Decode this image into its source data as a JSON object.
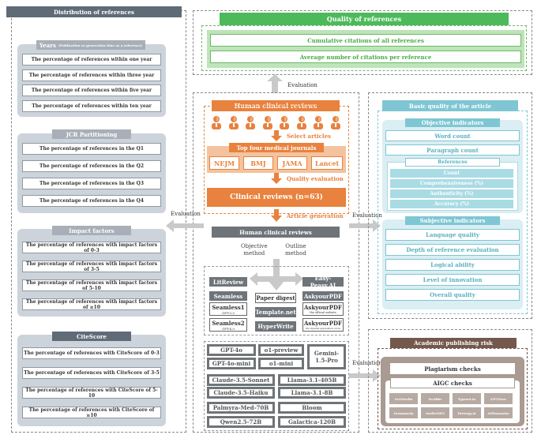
{
  "distribution": {
    "title": "Distribution of references",
    "years": {
      "title": "Years",
      "subtitle": "(Publication or generation time as a reference)",
      "items": [
        "The percentage of references within one year",
        "The percentage of references within three year",
        "The percentage of references within five year",
        "The percentage of references within ten year"
      ]
    },
    "jcr": {
      "title": "JCR Partitioning",
      "items": [
        "The percentage of references in the Q1",
        "The percentage of references in the Q2",
        "The percentage of references in the Q3",
        "The percentage of references in the Q4"
      ]
    },
    "impact": {
      "title": "Impact factors",
      "items": [
        "The percentage of references with impact factors of 0-3",
        "The percentage of references with impact factors of 3-5",
        "The percentage of references with impact factors of 5-10",
        "The percentage of references with impact factors of  ≥10"
      ]
    },
    "citescore": {
      "title": "CiteScore",
      "items": [
        "The percentage of references with CiteScore of 0-3",
        "The percentage of references with CiteScore of 3-5",
        "The percentage of references with CiteScore of 5-10",
        "The percentage of references with CiteScore of ≥10"
      ]
    }
  },
  "quality_refs": {
    "title": "Quality of references",
    "items": [
      "Cumulative citations of all references",
      "Average number of citations per reference"
    ]
  },
  "center": {
    "evaluation_top": "Evaluation",
    "human_reviews_title": "Human clinical reviews",
    "select_articles": "Select articles",
    "journals_title": "Top four medical journals",
    "journals": [
      "NEJM",
      "BMJ",
      "JAMA",
      "Lancet"
    ],
    "quality_evaluation": "Quality evaluation",
    "clinical_reviews": "Clinical reviews (n=63)",
    "article_generation": "Article generation",
    "human_reviews_gray": "Human clinical reviews",
    "objective_method": "Objective\nmethod",
    "outline_method": "Outline\nmethod",
    "evaluation_left": "Evaluation",
    "evaluation_right": "Evaluation",
    "evaluation_bottom": "Evaluation"
  },
  "tools": {
    "litreview": "LitReview",
    "seamless": "Seamless",
    "seamless1": "Seamless1",
    "seamless1_sub": "GPT-3.5",
    "seamless2": "Seamless2",
    "seamless2_sub": "GPT-4.0",
    "paper_digest": "Paper digest",
    "template_net": "Template.net",
    "hyperwrite": "HyperWrite",
    "easy_peasy": "Easy-Peasy.AI",
    "askyourpdf": "AskyourPDF",
    "askyourpdf1": "AskyourPDF",
    "askyourpdf1_sub": "the official website",
    "askyourpdf2": "AskyourPDF",
    "askyourpdf2_sub": "the OpenAI application store"
  },
  "llms": {
    "gpt4o": "GPT-4o",
    "gpt4omini": "GPT-4o-mini",
    "o1preview": "o1-preview",
    "o1mini": "o1-mini",
    "gemini": "Gemini-\n1.5-Pro",
    "claude_sonnet": "Claude-3.5-Sonnet",
    "claude_haiku": "Claude-3.5-Haiku",
    "llama405": "Llama-3.1-405B",
    "llama8": "Llama-3.1-8B",
    "palmyra": "Palmyra-Med-70B",
    "bloom": "Bloom",
    "qwen": "Qwen2.5-72B",
    "galactica": "Galactica-120B"
  },
  "basic_quality": {
    "title": "Basic quality of the article",
    "objective_title": "Objective indicators",
    "word_count": "Word count",
    "paragraph_count": "Paragraph count",
    "references_title": "References",
    "ref_items": [
      "Count",
      "Comprehensiveness (%)",
      "Authenticity (%)",
      "Accuracy (%)"
    ],
    "subjective_title": "Subjective indicators",
    "subjective_items": [
      "Language quality",
      "Depth of reference evaluation",
      "Logical ability",
      "Level of innovation",
      "Overall quality"
    ]
  },
  "risk": {
    "title": "Academic publishing risk",
    "plagiarism": "Plagiarism checks",
    "aigc": "AIGC checks",
    "tools_row1": [
      "GetMerlin",
      "Scribbr",
      "Typeset.io",
      "GPTZero"
    ],
    "tools_row2": [
      "Grammarly",
      "SurferSEO",
      "Dreergy.ai",
      "AIHumanize"
    ]
  },
  "colors": {
    "green": "#4cba5a",
    "orange": "#e8823e",
    "teal": "#7ec6d3",
    "brown": "#74584c",
    "slate": "#5f6b77"
  }
}
